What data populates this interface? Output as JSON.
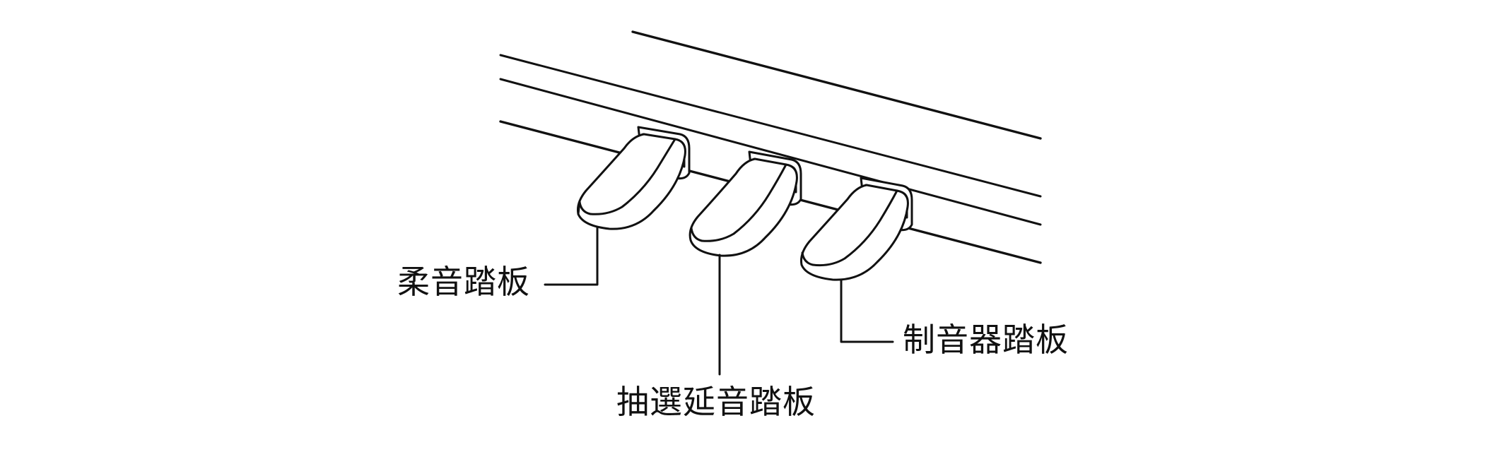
{
  "labels": {
    "soft_pedal": "柔音踏板",
    "sostenuto_pedal": "抽選延音踏板",
    "damper_pedal": "制音器踏板"
  }
}
